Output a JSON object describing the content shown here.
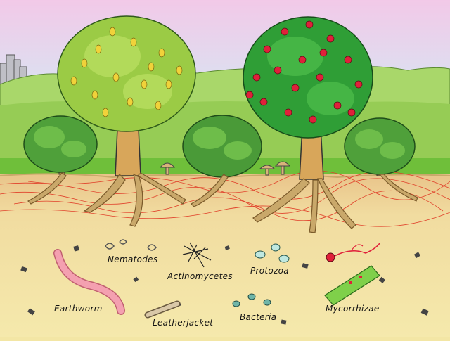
{
  "labels": {
    "nematodes": "Nematodes",
    "actinomycetes": "Actinomycetes",
    "protozoa": "Protozoa",
    "earthworm": "Earthworm",
    "leatherjacket": "Leatherjacket",
    "bacteria": "Bacteria",
    "mycorrhizae": "Mycorrhizae"
  },
  "colors": {
    "sky_top": "#f2c9e8",
    "sky_bottom": "#d8e4f2",
    "hills": "#a9d76a",
    "grass": "#6fbf3a",
    "topsoil": "#eac98e",
    "soil": "#f3e6a5",
    "root": "#b8965c",
    "fine_roots": "#e0402a",
    "pear_foliage": "#a6d14a",
    "pear_fruit": "#f0d23a",
    "apple_foliage": "#35a83a",
    "apple_fruit": "#e0203a",
    "earthworm": "#f4a0b0",
    "protozoa": "#bfe8e0",
    "bacteria": "#6fb5a8",
    "mycorrhizae_root": "#7fd04a"
  }
}
